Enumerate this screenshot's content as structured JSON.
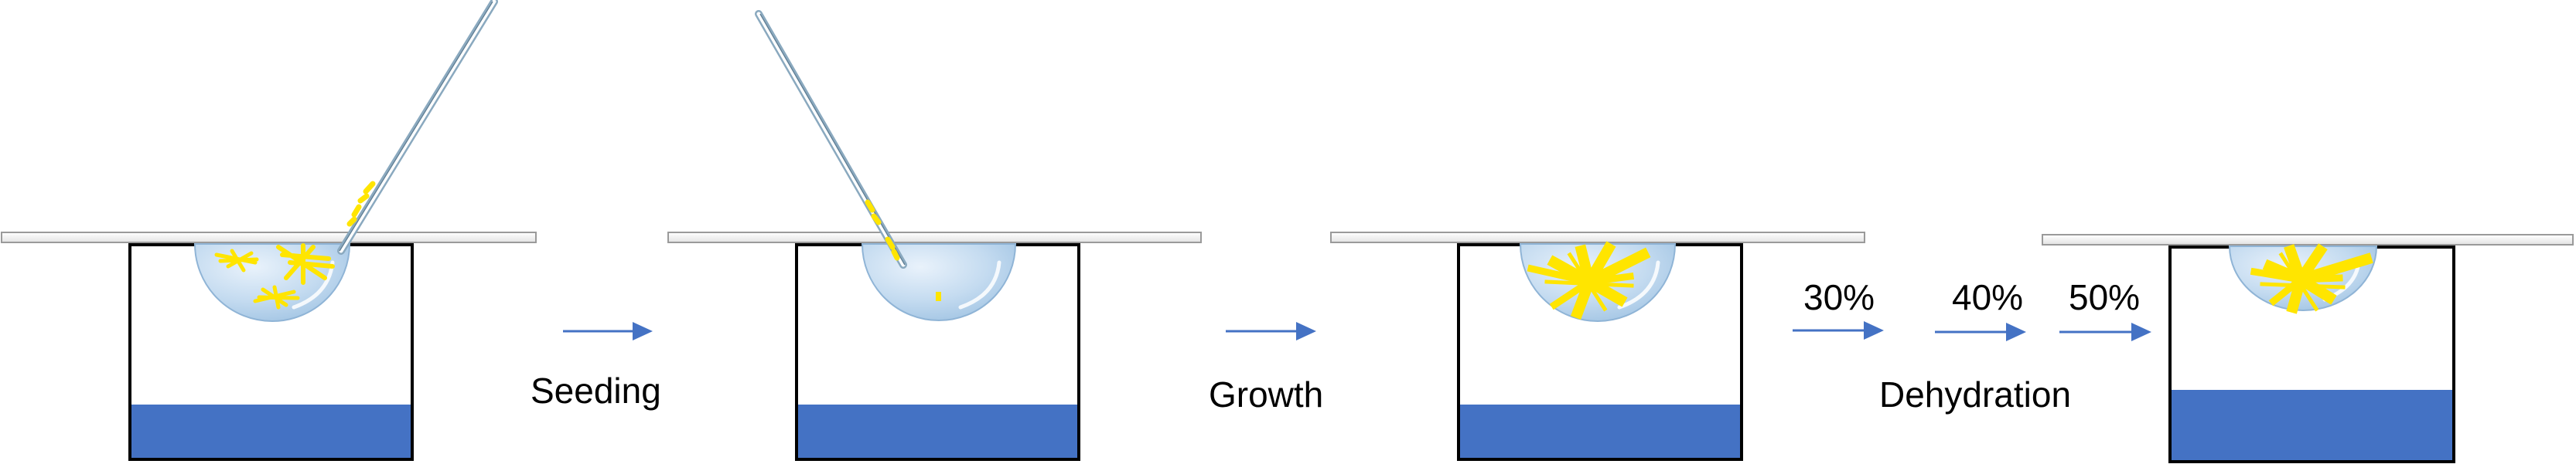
{
  "labels": {
    "seeding": "Seeding",
    "growth": "Growth",
    "dehydration": "Dehydration",
    "pct_30": "30%",
    "pct_40": "40%",
    "pct_50": "50%"
  },
  "colors": {
    "reservoir": "#4472C4",
    "arrow": "#4472C4",
    "crystal": "#FFE500",
    "drop": "#BDD7EE",
    "cover_slide": "#FFFFFF",
    "well_outline": "#000000"
  },
  "icons": {
    "drop": "hanging-drop",
    "tool": "seeding-probe",
    "crystal": "crystal-cluster"
  }
}
